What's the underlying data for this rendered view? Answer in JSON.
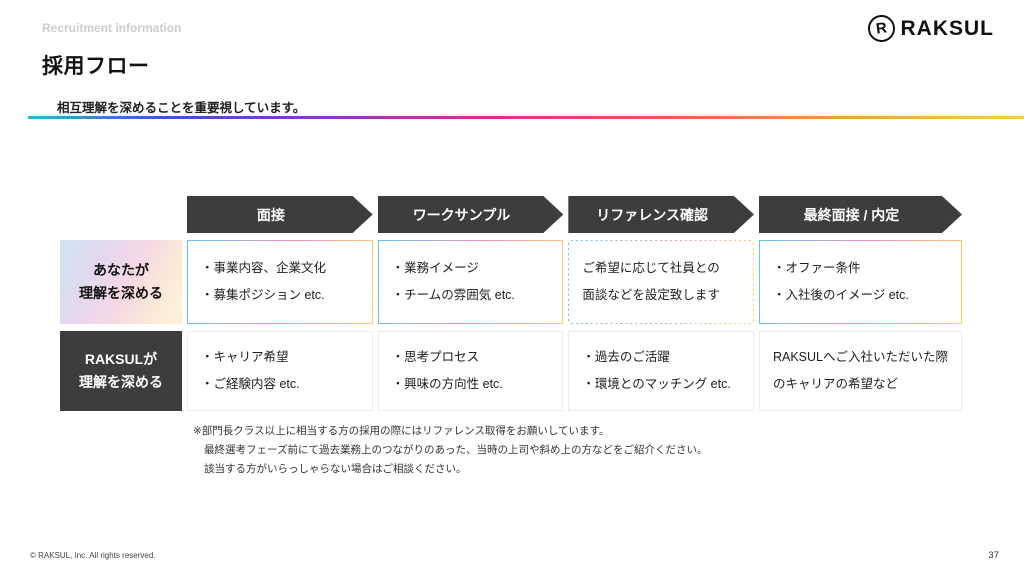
{
  "header": {
    "eyebrow": "Recruitment information",
    "title": "採用フロー",
    "subtitle": "相互理解を深めることを重要視しています。",
    "logo": {
      "text": "RAKSUL",
      "mark": "R"
    }
  },
  "flow": {
    "steps": [
      {
        "label": "面接"
      },
      {
        "label": "ワークサンプル"
      },
      {
        "label": "リファレンス確認"
      },
      {
        "label": "最終面接 / 内定"
      }
    ],
    "rows": [
      {
        "label_line1": "あなたが",
        "label_line2": "理解を深める",
        "cells": [
          {
            "line1": "・事業内容、企業文化",
            "line2": "・募集ポジション etc."
          },
          {
            "line1": "・業務イメージ",
            "line2": "・チームの雰囲気 etc."
          },
          {
            "line1": "ご希望に応じて社員との",
            "line2": "面談などを設定致します"
          },
          {
            "line1": "・オファー条件",
            "line2": "・入社後のイメージ etc."
          }
        ]
      },
      {
        "label_line1": "RAKSULが",
        "label_line2": "理解を深める",
        "cells": [
          {
            "line1": "・キャリア希望",
            "line2": "・ご経験内容 etc."
          },
          {
            "line1": "・思考プロセス",
            "line2": "・興味の方向性 etc."
          },
          {
            "line1": "・過去のご活躍",
            "line2": "・環境とのマッチング etc."
          },
          {
            "line1": "RAKSULへご入社いただいた際",
            "line2": "のキャリアの希望など"
          }
        ]
      }
    ]
  },
  "footnote": {
    "line1": "※部門長クラス以上に相当する方の採用の際にはリファレンス取得をお願いしています。",
    "line2": "最終選考フェーズ前にて過去業務上のつながりのあった、当時の上司や斜め上の方などをご紹介ください。",
    "line3": "該当する方がいらっしゃらない場合はご相談ください。"
  },
  "footer": {
    "copyright": "© RAKSUL, Inc. All rights reserved.",
    "page": "37"
  },
  "colors": {
    "dark": "#3d3d3d",
    "accent_gradient": [
      "#2fb9d3",
      "#3d53d0",
      "#9c2fc4",
      "#e62e8b",
      "#ee5a50",
      "#f1923f",
      "#f6d043"
    ],
    "cell_border_gradient": [
      "#5ec7e8",
      "#ee8fc3",
      "#f6d465"
    ],
    "pastel_label_gradient": [
      "#cde4f3",
      "#e4d8ef",
      "#f6d8e4",
      "#fdf3d8"
    ]
  }
}
